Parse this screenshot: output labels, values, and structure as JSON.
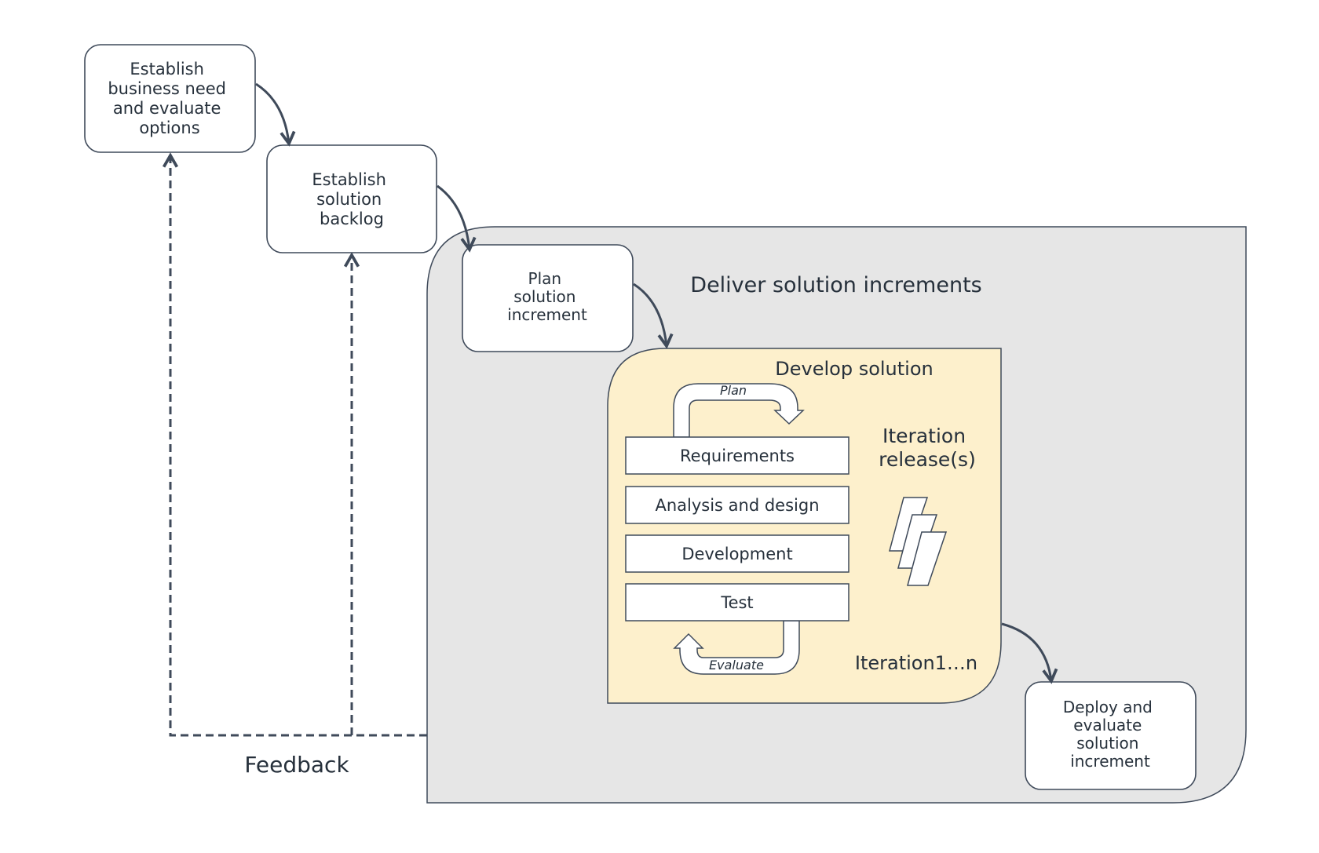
{
  "steps": {
    "business_need": [
      "Establish",
      "business need",
      "and evaluate",
      "options"
    ],
    "backlog": [
      "Establish",
      "solution",
      "backlog"
    ],
    "plan_increment": [
      "Plan",
      "solution",
      "increment"
    ],
    "deploy": [
      "Deploy and",
      "evaluate",
      "solution",
      "increment"
    ]
  },
  "deliver_title": "Deliver solution increments",
  "develop_title": "Develop solution",
  "cycle": {
    "plan": "Plan",
    "evaluate": "Evaluate",
    "phases": [
      "Requirements",
      "Analysis and design",
      "Development",
      "Test"
    ]
  },
  "iteration_release": [
    "Iteration",
    "release(s)"
  ],
  "iteration_range": "Iteration1…n",
  "feedback": "Feedback",
  "colors": {
    "stroke": "#3f4a5a",
    "deliver_fill": "#e6e6e6",
    "develop_fill": "#fdf0cc",
    "box_fill": "#ffffff"
  }
}
